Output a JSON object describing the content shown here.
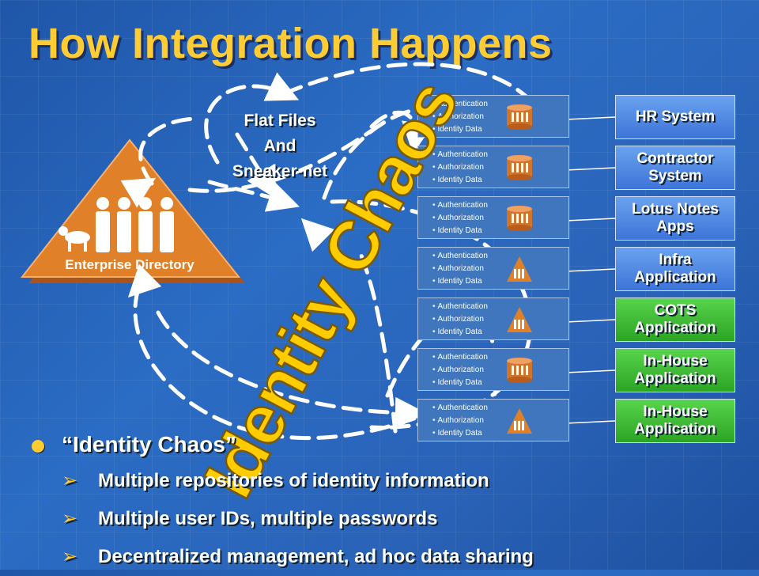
{
  "title": "How Integration Happens",
  "flat_files": [
    "Flat Files",
    "And",
    "Sneaker-net"
  ],
  "directory_label": "Enterprise Directory",
  "chaos_label": "Identity Chaos",
  "repositories": [
    {
      "lines": [
        "Authentication",
        "Authorization",
        "Identity Data"
      ],
      "icon": "database-icon"
    },
    {
      "lines": [
        "Authentication",
        "Authorization",
        "Identity Data"
      ],
      "icon": "database-icon"
    },
    {
      "lines": [
        "Authentication",
        "Authorization",
        "Identity Data"
      ],
      "icon": "database-icon"
    },
    {
      "lines": [
        "Authentication",
        "Authorization",
        "Identity Data"
      ],
      "icon": "directory-triangle-icon"
    },
    {
      "lines": [
        "Authentication",
        "Authorization",
        "Identity Data"
      ],
      "icon": "directory-triangle-icon"
    },
    {
      "lines": [
        "Authentication",
        "Authorization",
        "Identity Data"
      ],
      "icon": "database-icon"
    },
    {
      "lines": [
        "Authentication",
        "Authorization",
        "Identity Data"
      ],
      "icon": "directory-triangle-icon"
    }
  ],
  "systems": [
    {
      "label": "HR System",
      "color": "blue"
    },
    {
      "label": "Contractor System",
      "color": "blue"
    },
    {
      "label": "Lotus Notes Apps",
      "color": "blue"
    },
    {
      "label": "Infra Application",
      "color": "blue"
    },
    {
      "label": "COTS Application",
      "color": "green"
    },
    {
      "label": "In-House Application",
      "color": "green"
    },
    {
      "label": "In-House Application",
      "color": "green"
    }
  ],
  "bullet_main": "“Identity Chaos”",
  "sub_bullets": [
    "Multiple repositories of identity information",
    "Multiple user IDs, multiple passwords",
    "Decentralized management, ad hoc data sharing"
  ],
  "colors": {
    "accent": "#ffcc33",
    "triangle": "#e0812a",
    "background": "#2a63b8",
    "blue_box": "#4a84e0",
    "green_box": "#3cb832"
  }
}
